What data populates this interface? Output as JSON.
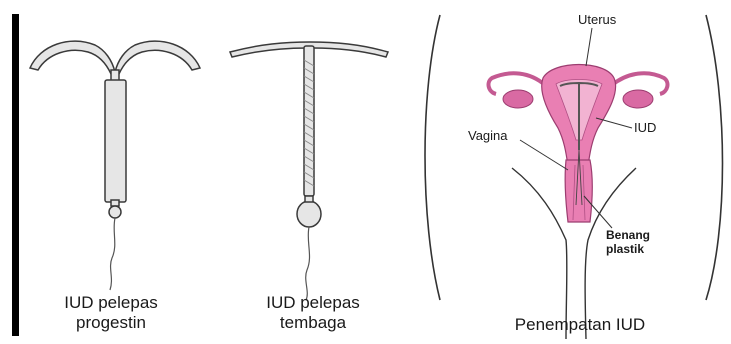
{
  "figure": {
    "device1_caption_line1": "IUD pelepas",
    "device1_caption_line2": "progestin",
    "device2_caption_line1": "IUD pelepas",
    "device2_caption_line2": "tembaga",
    "placement_caption": "Penempatan IUD",
    "labels": {
      "uterus": "Uterus",
      "iud": "IUD",
      "vagina": "Vagina",
      "string_line1": "Benang",
      "string_line2": "plastik"
    },
    "colors": {
      "outline": "#3a3a3a",
      "device_fill": "#e6e6e6",
      "copper_coil": "#9a9a9a",
      "uterus_pink": "#e97fb3",
      "uterus_light": "#f2b3d2",
      "ovary_pink": "#d96aa3",
      "left_bar": "#000000"
    }
  }
}
